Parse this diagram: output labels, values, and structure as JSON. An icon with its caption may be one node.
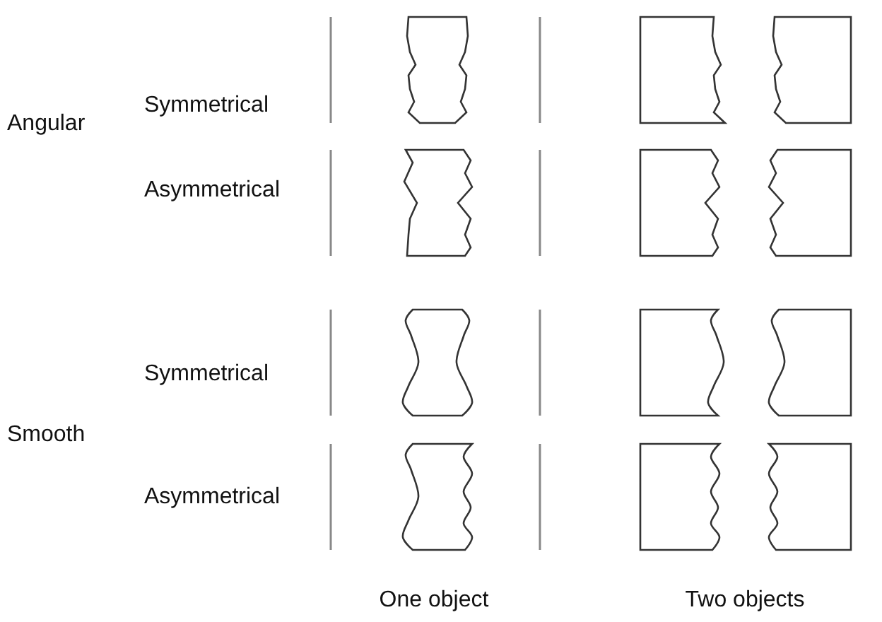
{
  "diagram": {
    "labels": [
      "Symmetrical",
      "Angular",
      "Asymmetrical",
      "Symmetrical",
      "Smooth",
      "Asymmetrical",
      "One object",
      "Two objects"
    ]
  }
}
